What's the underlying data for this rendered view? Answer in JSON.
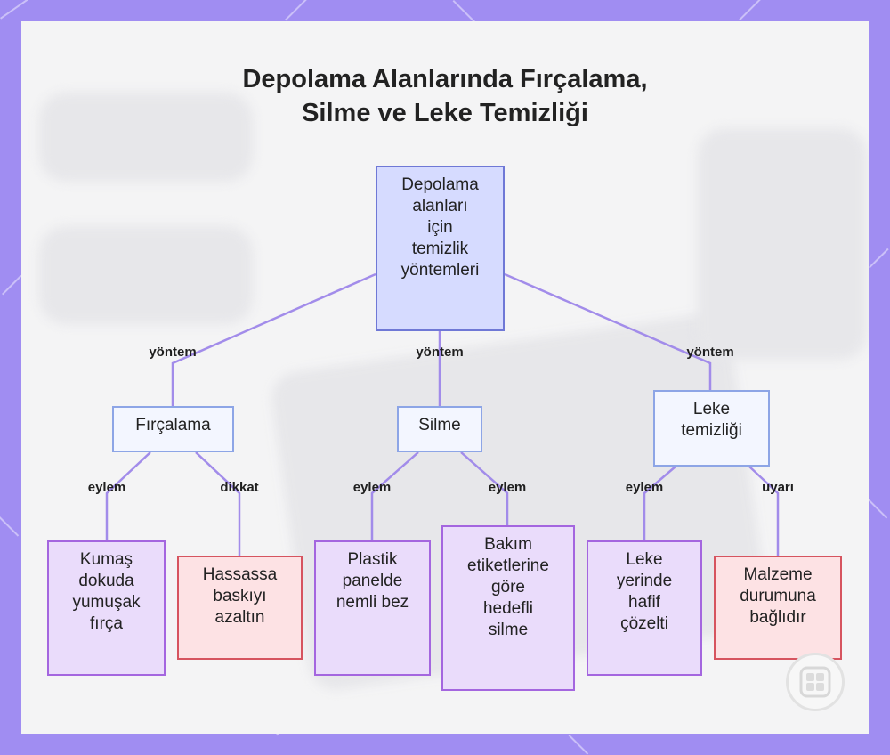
{
  "title_lines": [
    "Depolama Alanlarında Fırçalama,",
    "Silme ve Leke Temizliği"
  ],
  "nodes": {
    "root": [
      "Depolama",
      "alanları",
      "için",
      "temizlik",
      "yöntemleri"
    ],
    "brushing": [
      "Fırçalama"
    ],
    "wiping": [
      "Silme"
    ],
    "stain": [
      "Leke",
      "temizliği"
    ],
    "soft_brush": [
      "Kumaş",
      "dokuda",
      "yumuşak",
      "fırça"
    ],
    "reduce_pressure": [
      "Hassassa",
      "baskıyı",
      "azaltın"
    ],
    "damp_cloth": [
      "Plastik",
      "panelde",
      "nemli bez"
    ],
    "targeted_wipe": [
      "Bakım",
      "etiketlerine",
      "göre",
      "hedefli",
      "silme"
    ],
    "mild_solution": [
      "Leke",
      "yerinde",
      "hafif",
      "çözelti"
    ],
    "material_dependent": [
      "Malzeme",
      "durumuna",
      "bağlıdır"
    ]
  },
  "edge_labels": {
    "method_left": "yöntem",
    "method_center": "yöntem",
    "method_right": "yöntem",
    "action_brush": "eylem",
    "caution_brush": "dikkat",
    "action_wipe_1": "eylem",
    "action_wipe_2": "eylem",
    "action_stain": "eylem",
    "warning_stain": "uyarı"
  },
  "colors": {
    "edge": "#a28cea",
    "root_fill": "#d6dbff",
    "mid_fill": "#f3f6ff",
    "action_fill": "#eadcfb",
    "warning_fill": "#fde2e4"
  }
}
